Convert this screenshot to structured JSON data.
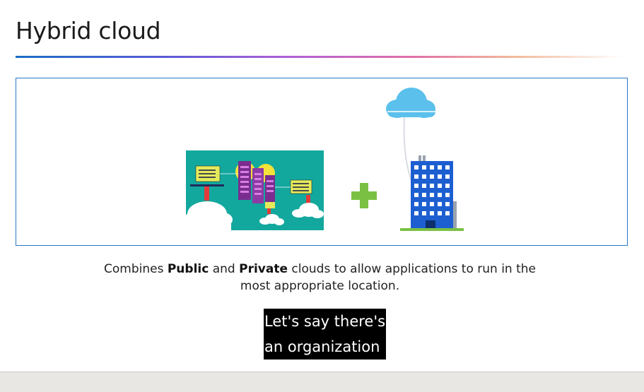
{
  "slide": {
    "title": "Hybrid cloud",
    "caption": {
      "part1": "Combines ",
      "bold1": "Public",
      "part2": " and ",
      "bold2": "Private",
      "part3": " clouds to allow applications to run in the most appropriate location."
    }
  },
  "subtitles": {
    "line1": "Let's say there's",
    "line2": "an organization"
  },
  "icons": {
    "public_cloud": "public-cloud-datacenter-illustration",
    "plus": "plus-icon",
    "private": "private-building-cloud-illustration"
  },
  "colors": {
    "accent_blue": "#2a76c9",
    "teal_bg": "#13a89e",
    "plus_green": "#7ac143",
    "cloud_blue": "#5bc0eb",
    "building_blue": "#1d5fd1"
  }
}
